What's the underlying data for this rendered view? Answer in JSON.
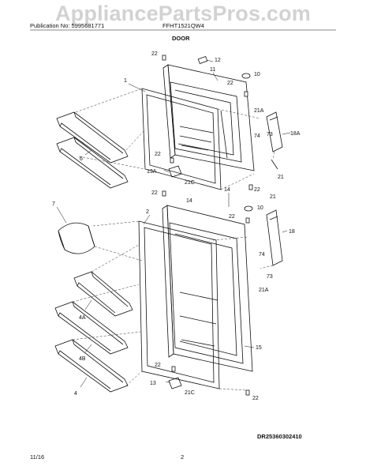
{
  "watermark": "AppliancePartsPros.com",
  "header": {
    "publication": "Publication No: 5995681771",
    "model": "FFHT1521QW4",
    "section": "DOOR"
  },
  "footer": {
    "date": "11/16",
    "page": "2",
    "diagram_id": "DR25360302410"
  },
  "callouts": {
    "c1": "1",
    "c2": "2",
    "c4": "4",
    "c4a": "4A",
    "c4b": "4B",
    "c6": "6",
    "c7": "7",
    "c10a": "10",
    "c10b": "10",
    "c11": "11",
    "c12": "12",
    "c13": "13",
    "c13a": "13A",
    "c14a": "14",
    "c14b": "14",
    "c15": "15",
    "c18": "18",
    "c18a": "18A",
    "c21a": "21",
    "c21b": "21",
    "c21aa": "21A",
    "c21ab": "21A",
    "c21ca": "21C",
    "c21cb": "21C",
    "c22a": "22",
    "c22b": "22",
    "c22c": "22",
    "c22d": "22",
    "c22e": "22",
    "c22f": "22",
    "c22g": "22",
    "c22h": "22",
    "c73a": "73",
    "c73b": "73",
    "c74a": "74",
    "c74b": "74"
  }
}
